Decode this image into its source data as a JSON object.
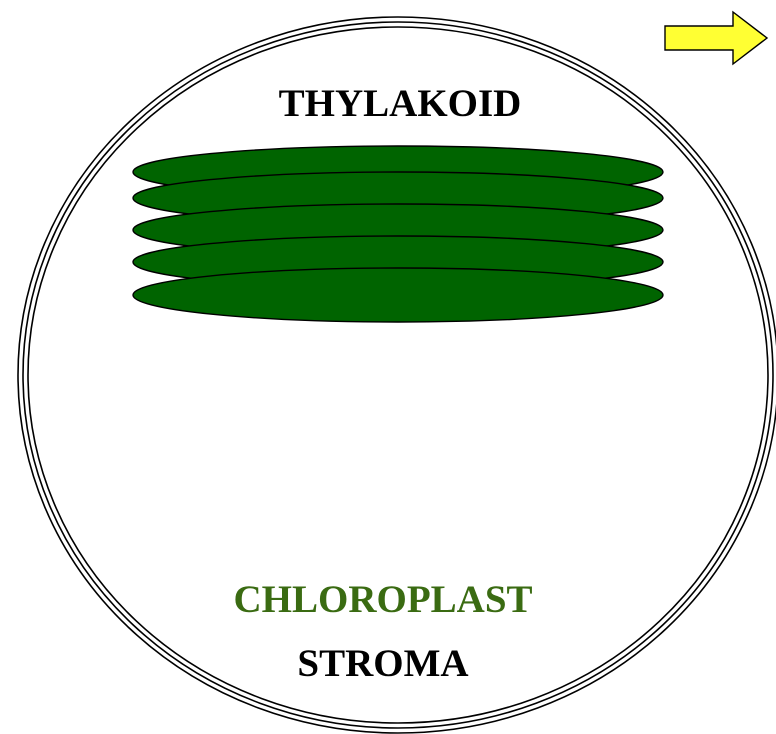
{
  "diagram": {
    "labels": {
      "thylakoid": "THYLAKOID",
      "chloroplast": "CHLOROPLAST",
      "stroma": "STROMA"
    },
    "colors": {
      "thylakoid_fill": "#006400",
      "chloroplast_text": "#3a6b12",
      "label_text": "#000000",
      "membrane_stroke": "#000000",
      "arrow_fill": "#ffff33"
    },
    "thylakoid_stack_count": 5,
    "icons": {
      "next": "right-arrow-icon"
    }
  }
}
